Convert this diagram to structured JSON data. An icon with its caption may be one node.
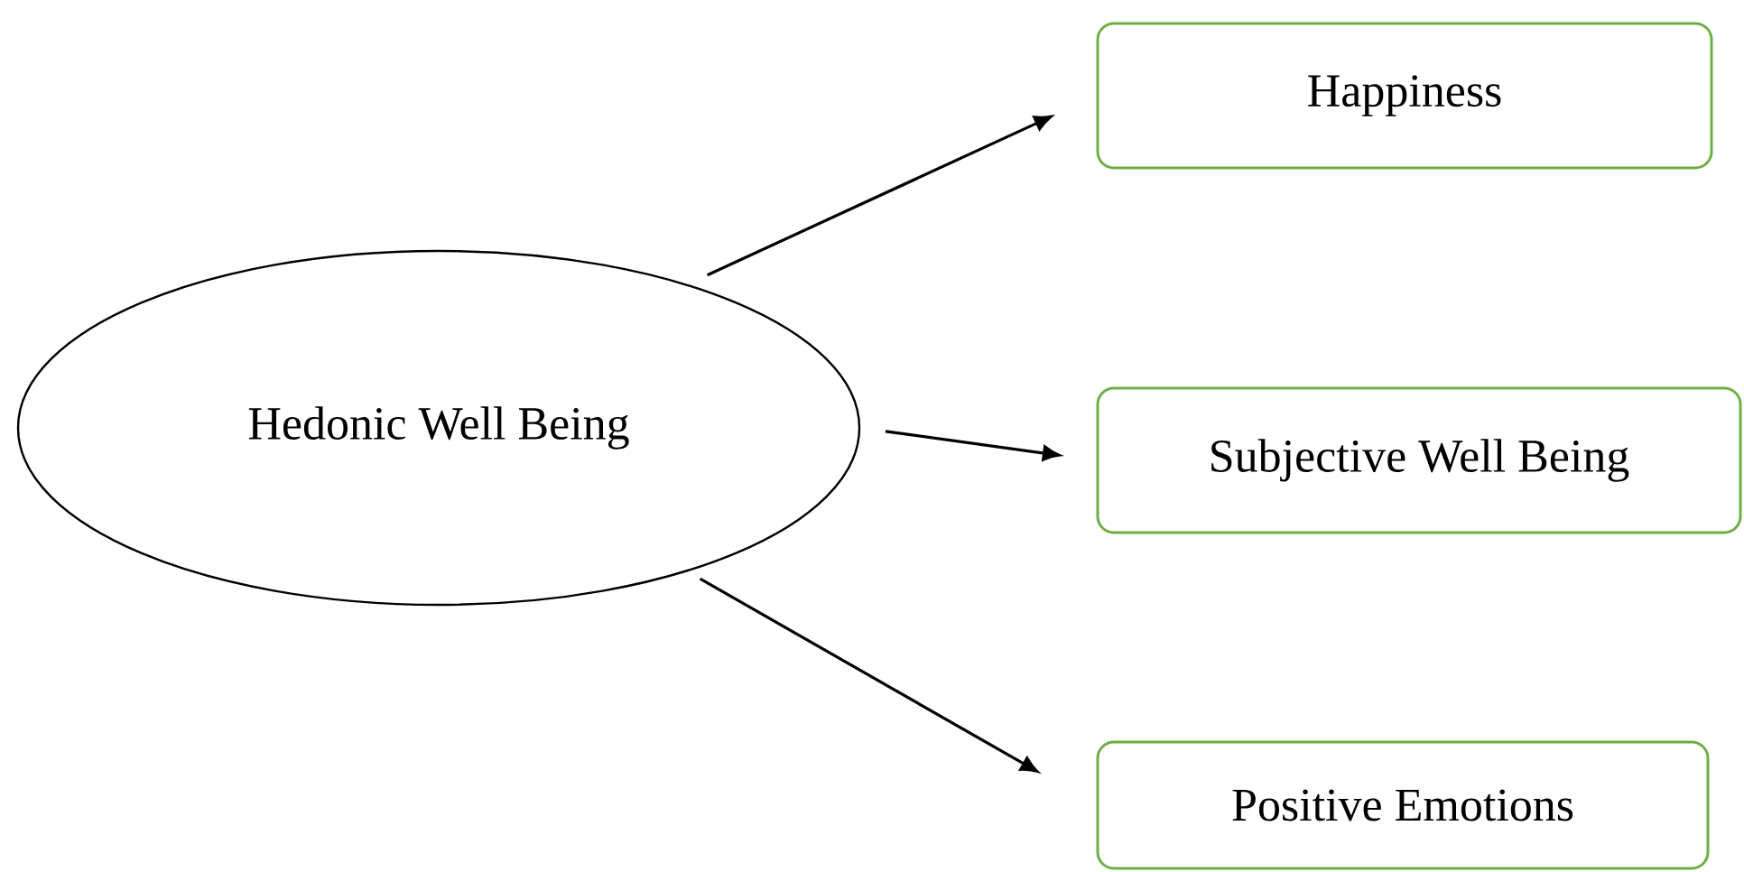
{
  "diagram": {
    "nodes": [
      {
        "text": [
          "Hedonic Well Being"
        ]
      },
      {
        "text": [
          "Happiness"
        ]
      },
      {
        "text": [
          "Subjective Well Being"
        ]
      },
      {
        "text": [
          "Positive Emotions"
        ]
      }
    ],
    "edges": [
      {
        "from": 0,
        "to": 1,
        "arrow": "to"
      },
      {
        "from": 0,
        "to": 2,
        "arrow": "to"
      },
      {
        "from": 0,
        "to": 3,
        "arrow": "to"
      }
    ]
  }
}
